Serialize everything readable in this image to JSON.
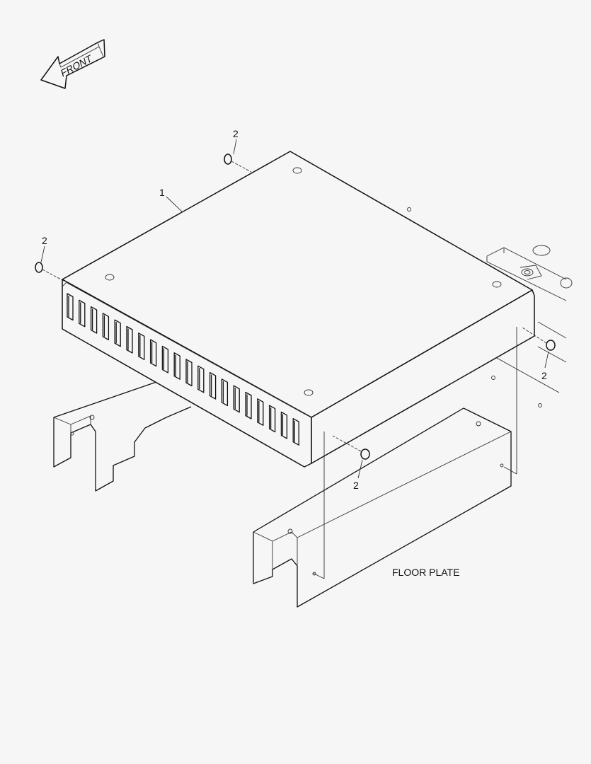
{
  "diagram": {
    "front_arrow_label": "FRONT",
    "callouts": [
      {
        "id": "cover",
        "label": "1"
      },
      {
        "id": "screw-top",
        "label": "2"
      },
      {
        "id": "screw-left",
        "label": "2"
      },
      {
        "id": "screw-right",
        "label": "2"
      },
      {
        "id": "screw-front",
        "label": "2"
      }
    ],
    "floor_plate_label": "FLOOR PLATE",
    "line_color": "#111111",
    "background_color": "#f6f6f6"
  }
}
